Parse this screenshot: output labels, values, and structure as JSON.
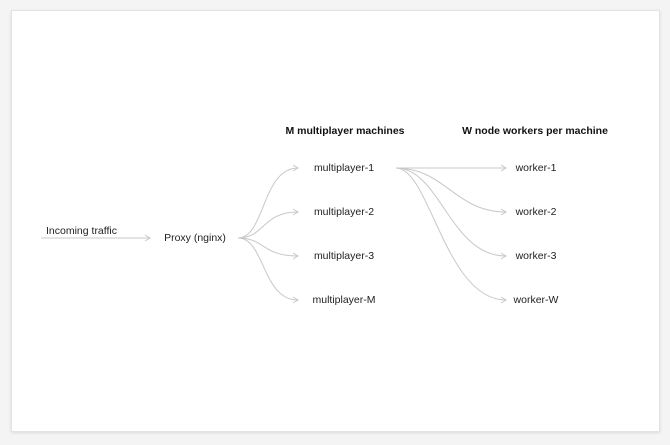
{
  "headers": {
    "multiplayer": "M multiplayer machines",
    "workers": "W node workers per machine"
  },
  "nodes": {
    "incoming": "Incoming traffic",
    "proxy": "Proxy (nginx)",
    "multiplayer": [
      "multiplayer-1",
      "multiplayer-2",
      "multiplayer-3",
      "multiplayer-M"
    ],
    "workers": [
      "worker-1",
      "worker-2",
      "worker-3",
      "worker-W"
    ]
  },
  "colors": {
    "edge": "#c8c8c8",
    "text": "#222222"
  }
}
